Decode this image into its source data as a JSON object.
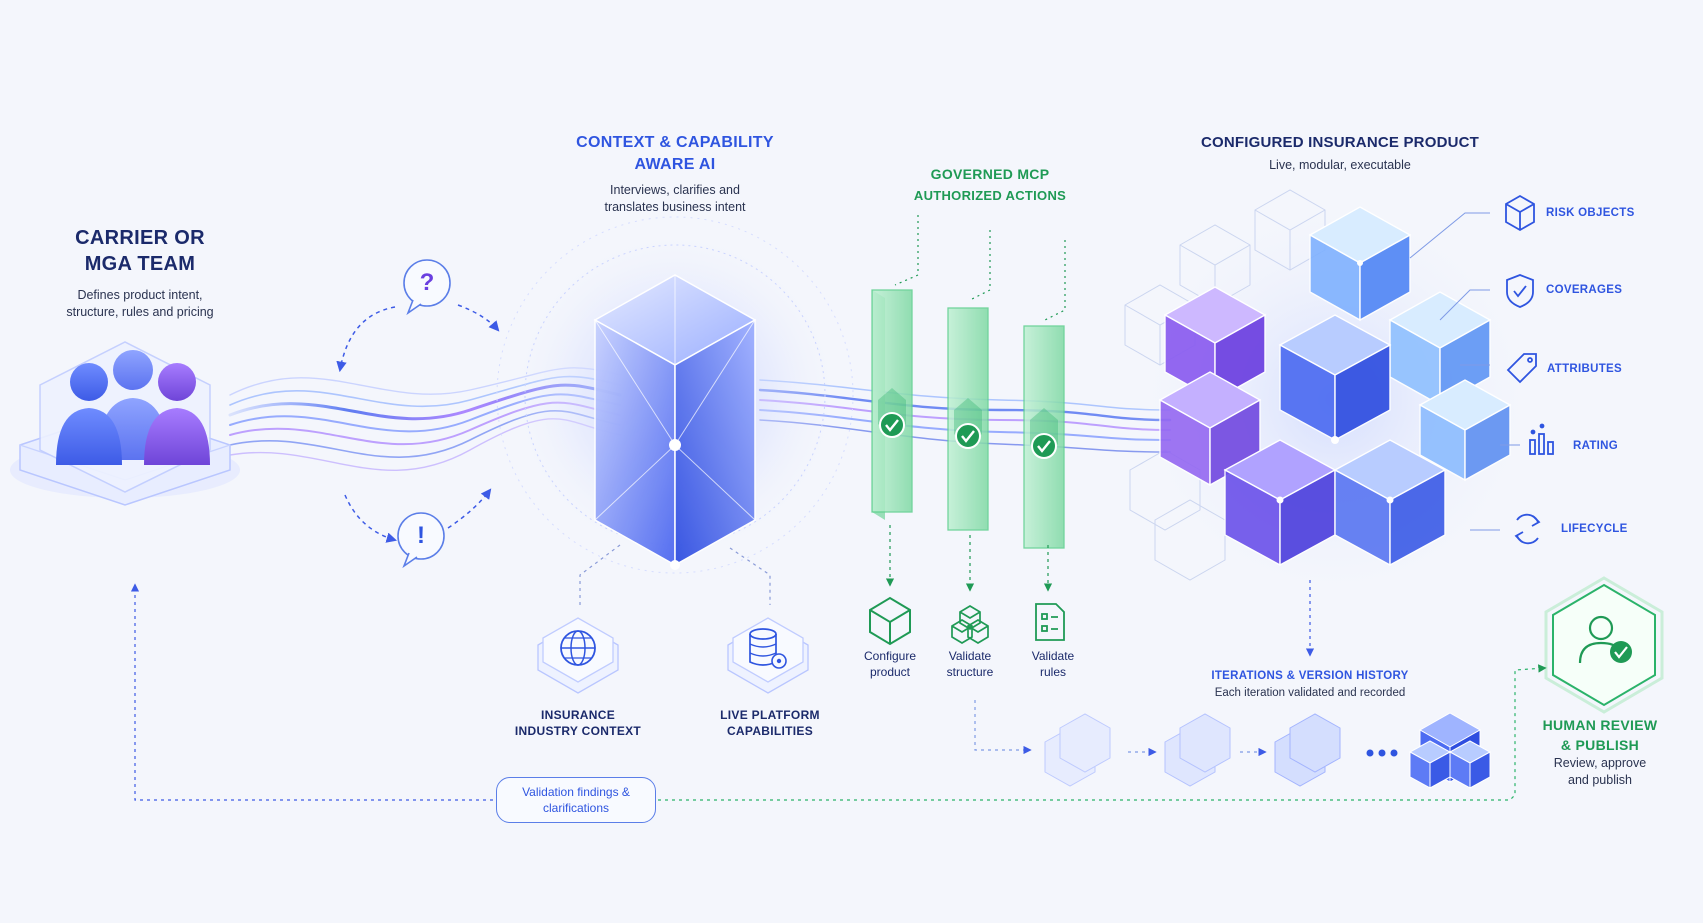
{
  "carrier": {
    "title_line1": "CARRIER OR",
    "title_line2": "MGA TEAM",
    "desc_line1": "Defines product intent,",
    "desc_line2": "structure, rules and pricing"
  },
  "dialogue": {
    "question_glyph": "?",
    "exclaim_glyph": "!"
  },
  "ai": {
    "title_line1": "CONTEXT & CAPABILITY",
    "title_line2": "AWARE AI",
    "desc_line1": "Interviews, clarifies and",
    "desc_line2": "translates business intent",
    "inputs": [
      {
        "icon": "globe-icon",
        "line1": "INSURANCE",
        "line2": "INDUSTRY CONTEXT"
      },
      {
        "icon": "database-gear-icon",
        "line1": "LIVE PLATFORM",
        "line2": "CAPABILITIES"
      }
    ]
  },
  "mcp": {
    "title": "GOVERNED MCP",
    "subtitle": "AUTHORIZED ACTIONS",
    "actions": [
      {
        "icon": "cube-icon",
        "line1": "Configure",
        "line2": "product"
      },
      {
        "icon": "stacked-cubes-icon",
        "line1": "Validate",
        "line2": "structure"
      },
      {
        "icon": "checklist-icon",
        "line1": "Validate",
        "line2": "rules"
      }
    ]
  },
  "product": {
    "title": "CONFIGURED INSURANCE PRODUCT",
    "subtitle": "Live, modular, executable",
    "features": [
      {
        "icon": "cube-outline-icon",
        "label": "RISK OBJECTS"
      },
      {
        "icon": "shield-check-icon",
        "label": "COVERAGES"
      },
      {
        "icon": "tag-icon",
        "label": "ATTRIBUTES"
      },
      {
        "icon": "bar-chart-icon",
        "label": "RATING"
      },
      {
        "icon": "refresh-icon",
        "label": "LIFECYCLE"
      }
    ]
  },
  "iterations": {
    "title": "ITERATIONS & VERSION HISTORY",
    "subtitle": "Each iteration validated and recorded"
  },
  "review": {
    "title_line1": "HUMAN REVIEW",
    "title_line2": "& PUBLISH",
    "desc_line1": "Review, approve",
    "desc_line2": "and publish"
  },
  "feedback": {
    "line1": "Validation findings &",
    "line2": "clarifications"
  },
  "colors": {
    "navy": "#1b2a6b",
    "blue": "#2f55e0",
    "purple": "#7c4dde",
    "green": "#1f9a55",
    "background": "#f4f6fc"
  }
}
